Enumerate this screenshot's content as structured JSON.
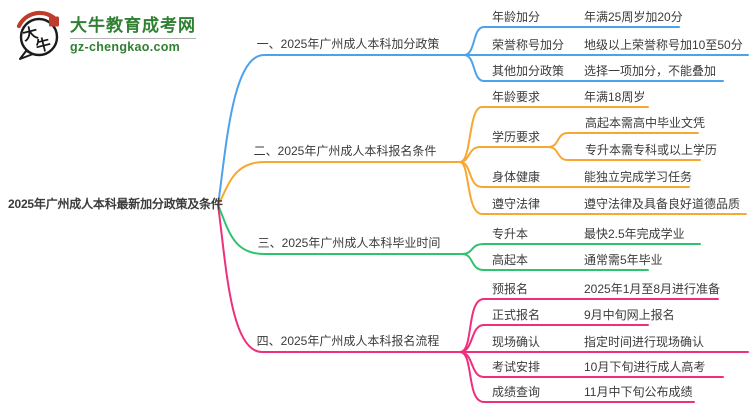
{
  "logo": {
    "title": "大牛教育成考网",
    "domain": "gz-chengkao.com",
    "brand_green": "#2f8032",
    "brand_red": "#bf3b2b"
  },
  "root": {
    "label": "2025年广州成人本科最新加分政策及条件"
  },
  "branches": [
    {
      "label": "一、2025年广州成人本科加分政策",
      "color": "#4da2ec",
      "children": [
        {
          "label": "年龄加分",
          "value": "年满25周岁加20分"
        },
        {
          "label": "荣誉称号加分",
          "value": "地级以上荣誉称号加10至50分"
        },
        {
          "label": "其他加分政策",
          "value": "选择一项加分，不能叠加"
        }
      ]
    },
    {
      "label": "二、2025年广州成人本科报名条件",
      "color": "#f7a832",
      "children": [
        {
          "label": "年龄要求",
          "value": "年满18周岁"
        },
        {
          "label": "学历要求",
          "value": "",
          "subchildren": [
            "高起本需高中毕业文凭",
            "专升本需专科或以上学历"
          ]
        },
        {
          "label": "身体健康",
          "value": "能独立完成学习任务"
        },
        {
          "label": "遵守法律",
          "value": "遵守法律及具备良好道德品质"
        }
      ]
    },
    {
      "label": "三、2025年广州成人本科毕业时间",
      "color": "#2ec46e",
      "children": [
        {
          "label": "专升本",
          "value": "最快2.5年完成学业"
        },
        {
          "label": "高起本",
          "value": "通常需5年毕业"
        }
      ]
    },
    {
      "label": "四、2025年广州成人本科报名流程",
      "color": "#ee2f7c",
      "children": [
        {
          "label": "预报名",
          "value": "2025年1月至8月进行准备"
        },
        {
          "label": "正式报名",
          "value": "9月中旬网上报名"
        },
        {
          "label": "现场确认",
          "value": "指定时间进行现场确认"
        },
        {
          "label": "考试安排",
          "value": "10月下旬进行成人高考"
        },
        {
          "label": "成绩查询",
          "value": "11月中下旬公布成绩"
        }
      ]
    }
  ]
}
